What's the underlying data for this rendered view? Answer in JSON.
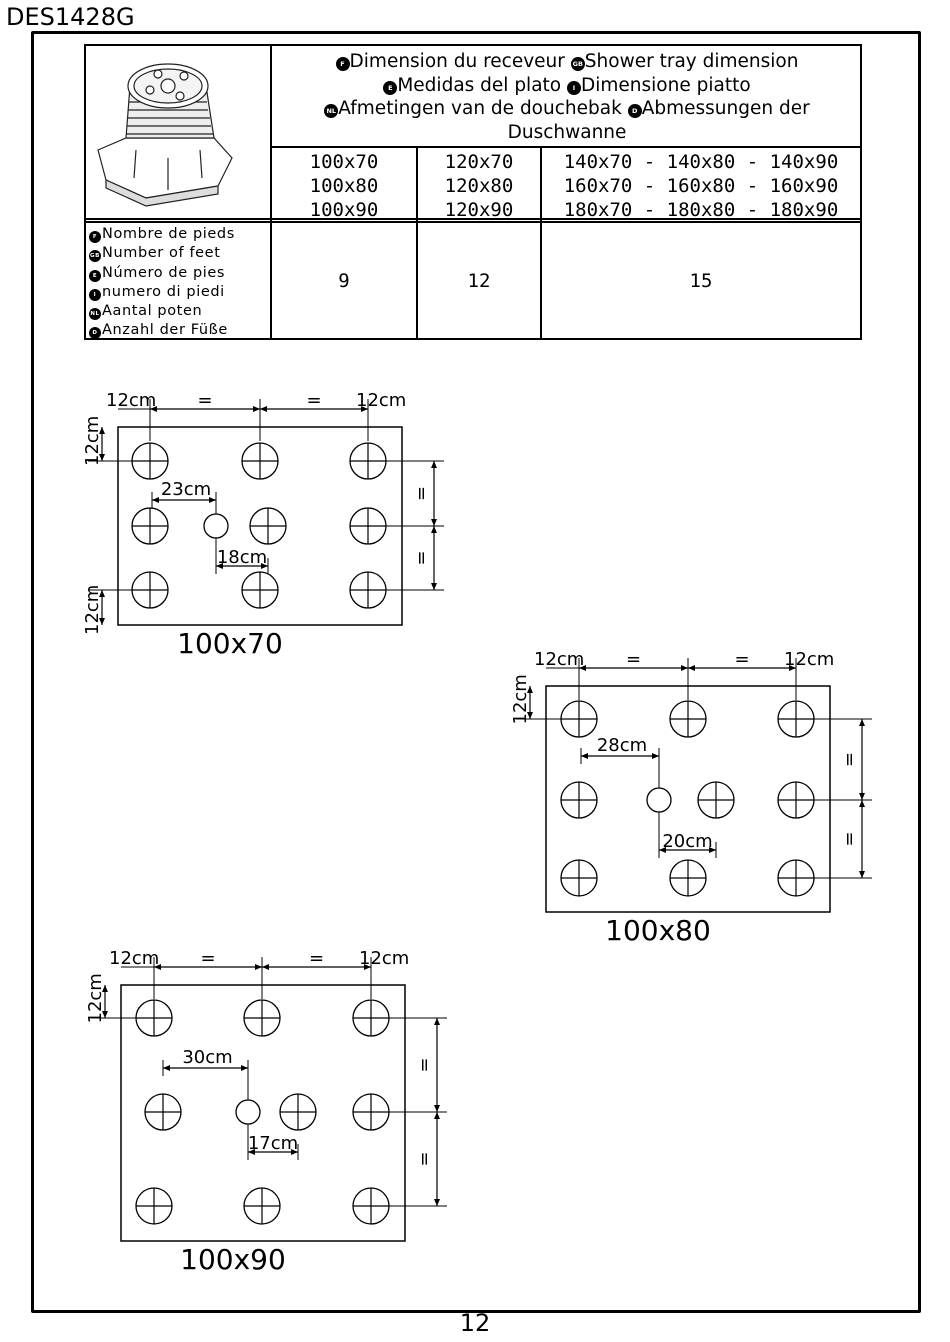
{
  "doc_code": "DES1428G",
  "page_number": "12",
  "table": {
    "header": {
      "fr": "Dimension du receveur",
      "gb": "Shower tray dimension",
      "es": "Medidas del plato",
      "it": "Dimensione piatto",
      "nl": "Afmetingen van de douchebak",
      "de": "Abmessungen der Duschwanne"
    },
    "size_groups": [
      {
        "sizes": [
          "100x70",
          "100x80",
          "100x90"
        ],
        "feet": "9"
      },
      {
        "sizes": [
          "120x70",
          "120x80",
          "120x90"
        ],
        "feet": "12"
      },
      {
        "sizes": [
          "140x70 - 140x80 - 140x90",
          "160x70 - 160x80 - 160x90",
          "180x70 - 180x80 - 180x90"
        ],
        "feet": "15"
      }
    ],
    "feet_label": {
      "fr": "Nombre de pieds",
      "gb": "Number of feet",
      "es": "Número de pies",
      "it": "numero di piedi",
      "nl": "Aantal poten",
      "de": "Anzahl der Füße"
    }
  },
  "badges": {
    "fr": "F",
    "gb": "GB",
    "es": "E",
    "it": "I",
    "nl": "NL",
    "de": "D"
  },
  "diagrams": [
    {
      "title": "100x70",
      "edge": "12cm",
      "equal": "=",
      "par": "=",
      "offset_x": "23cm",
      "offset_y": "18cm"
    },
    {
      "title": "100x80",
      "edge": "12cm",
      "equal": "=",
      "par": "=",
      "offset_x": "28cm",
      "offset_y": "20cm"
    },
    {
      "title": "100x90",
      "edge": "12cm",
      "equal": "=",
      "par": "=",
      "offset_x": "30cm",
      "offset_y": "17cm"
    }
  ]
}
